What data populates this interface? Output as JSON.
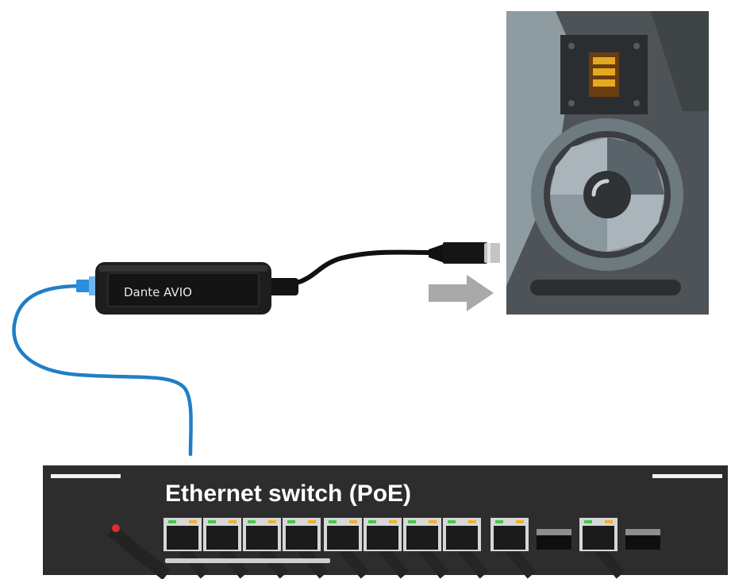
{
  "adapter": {
    "label": "Dante AVIO",
    "body_color": "#1e1e1e"
  },
  "switch": {
    "label": "Ethernet switch (PoE)",
    "body_color": "#2e2d2d",
    "rj45_ports": 10,
    "sfp_slots": 2
  },
  "speaker": {
    "cabinet_color": "#4e5357",
    "tweeter_color": "#e4a91f"
  },
  "cables": {
    "ethernet_color": "#1e7fc6",
    "audio_color": "#111111"
  },
  "arrow": {
    "color": "#a9a9a9",
    "direction": "right"
  }
}
